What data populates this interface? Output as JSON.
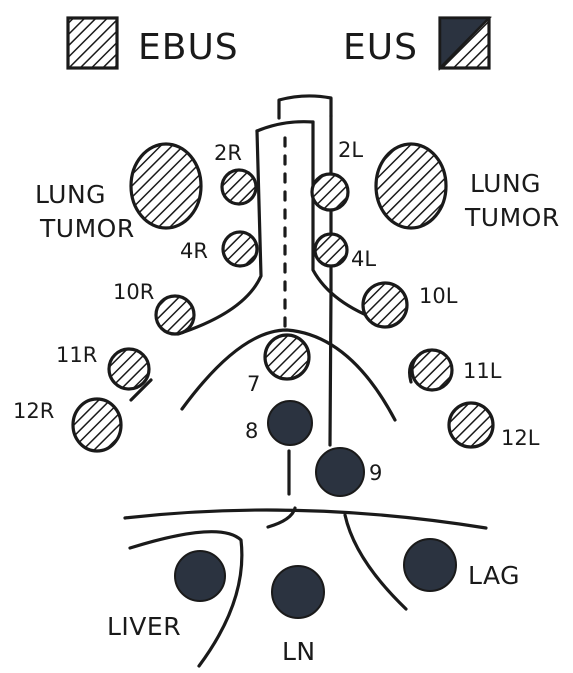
{
  "legend": {
    "ebus_label": "EBUS",
    "eus_label": "EUS"
  },
  "left_tumor": {
    "line1": "LUNG",
    "line2": "TUMOR"
  },
  "right_tumor": {
    "line1": "LUNG",
    "line2": "TUMOR"
  },
  "stations": {
    "s2r": "2R",
    "s2l": "2L",
    "s4r": "4R",
    "s4l": "4L",
    "s10r": "10R",
    "s10l": "10L",
    "s11r": "11R",
    "s11l": "11L",
    "s12r": "12R",
    "s12l": "12L",
    "s7": "7",
    "s8": "8",
    "s9": "9"
  },
  "abdominal": {
    "liver": "LIVER",
    "ln": "LN",
    "lag": "LAG"
  },
  "colors": {
    "ink": "#1a1a1a",
    "eus_fill": "#2b3340",
    "paper": "#ffffff"
  }
}
